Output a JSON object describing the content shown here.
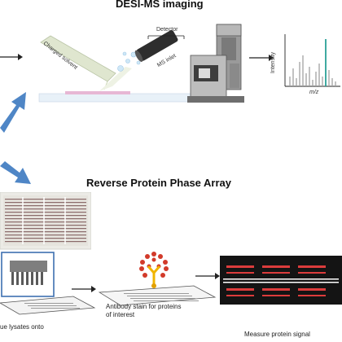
{
  "desi": {
    "title": "DESI-MS imaging",
    "charged_solvent_label": "Charged solvent",
    "ms_inlet_label": "MS inlet",
    "detector_label": "Detector",
    "spectrum_ylabel": "Intensity",
    "spectrum_xlabel": "m/z"
  },
  "rppa": {
    "title": "Reverse Protein Phase Array",
    "caption_lysates": "ue lysates onto",
    "caption_antibody_line1": "Antibody stain for proteins",
    "caption_antibody_line2": "of interest",
    "caption_measure": "Measure protein signal"
  },
  "colors": {
    "blue_arrow": "#4f86c6",
    "highlight_peak": "#2aa198",
    "gray_peak": "#a0a0a0",
    "array_bg": "#141414",
    "array_spot": "#ff4444",
    "instrument_gray": "#8a8a8a",
    "stain_red": "#d23a2a",
    "stain_yellow": "#f0b400"
  },
  "icons": {
    "arrow": "right-arrow-icon",
    "instrument": "mass-spectrometer-icon"
  }
}
